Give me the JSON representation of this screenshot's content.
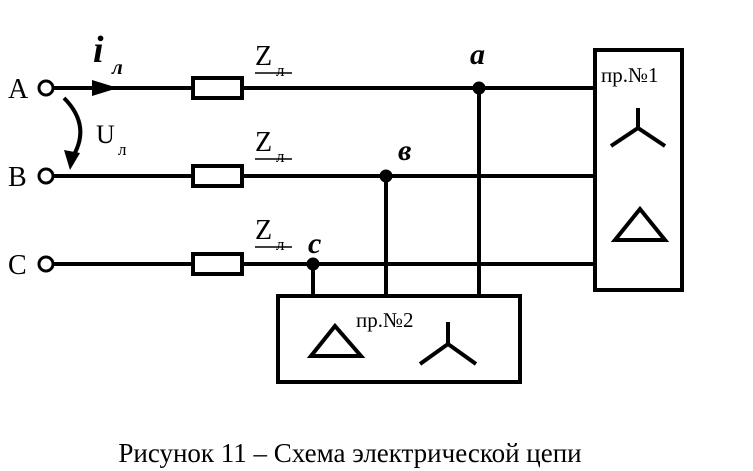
{
  "phases": [
    {
      "label": "A"
    },
    {
      "label": "B"
    },
    {
      "label": "C"
    }
  ],
  "current": {
    "symbol": "i",
    "subscript": "л"
  },
  "voltage": {
    "symbol": "U",
    "subscript": "л"
  },
  "line_impedance": {
    "symbol": "Z",
    "subscript": "л"
  },
  "nodes": {
    "a": "a",
    "b": "в",
    "c": "c"
  },
  "consumer1": {
    "label": "пр.№1",
    "symbols": [
      "star",
      "delta"
    ]
  },
  "consumer2": {
    "label": "пр.№2",
    "symbols": [
      "delta",
      "star"
    ]
  },
  "caption": "Рисунок 11 – Схема электрической цепи"
}
